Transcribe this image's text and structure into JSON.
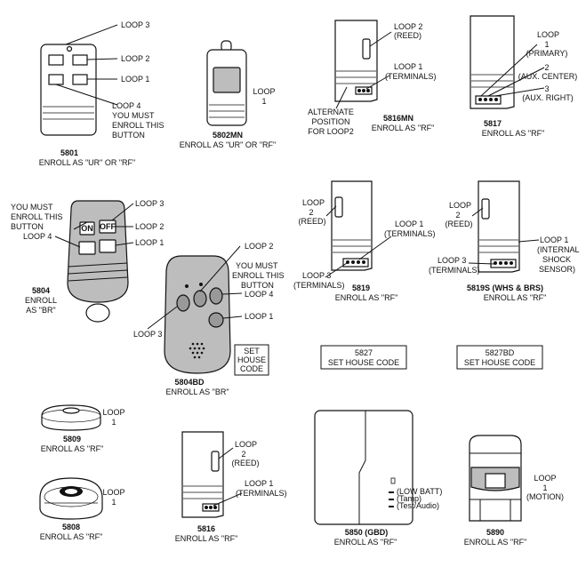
{
  "devices": {
    "d5801": {
      "model": "5801",
      "enroll": "ENROLL AS \"UR\" OR \"RF\"",
      "loop3": "LOOP 3",
      "loop2": "LOOP 2",
      "loop1": "LOOP 1",
      "loop4_l1": "LOOP 4",
      "loop4_l2": "YOU MUST",
      "loop4_l3": "ENROLL THIS",
      "loop4_l4": "BUTTON"
    },
    "d5802mn": {
      "model": "5802MN",
      "enroll": "ENROLL AS \"UR\" OR \"RF\"",
      "loop_l1": "LOOP",
      "loop_l2": "1"
    },
    "d5816mn": {
      "model": "5816MN",
      "enroll": "ENROLL AS \"RF\"",
      "loop2_l1": "LOOP 2",
      "loop2_l2": "(REED)",
      "loop1_l1": "LOOP 1",
      "loop1_l2": "(TERMINALS)",
      "alt_l1": "ALTERNATE",
      "alt_l2": "POSITION",
      "alt_l3": "FOR LOOP2"
    },
    "d5817": {
      "model": "5817",
      "enroll": "ENROLL AS \"RF\"",
      "l1_a": "LOOP",
      "l1_b": "1",
      "l1_c": "(PRIMARY)",
      "l2_a": "2",
      "l2_b": "(AUX. CENTER)",
      "l3_a": "3",
      "l3_b": "(AUX. RIGHT)"
    },
    "d5804": {
      "model": "5804",
      "enroll_l1": "ENROLL",
      "enroll_l2": "AS \"BR\"",
      "must_l1": "YOU MUST",
      "must_l2": "ENROLL THIS",
      "must_l3": "BUTTON",
      "loop4": "LOOP 4",
      "loop3": "LOOP 3",
      "loop2": "LOOP 2",
      "loop1": "LOOP 1",
      "on": "ON",
      "off": "OFF"
    },
    "d5804bd": {
      "model": "5804BD",
      "enroll": "ENROLL AS \"BR\"",
      "loop2": "LOOP 2",
      "must_l1": "YOU MUST",
      "must_l2": "ENROLL THIS",
      "must_l3": "BUTTON",
      "loop4": "LOOP 4",
      "loop3": "LOOP 3",
      "loop1": "LOOP 1",
      "set_l1": "SET",
      "set_l2": "HOUSE",
      "set_l3": "CODE"
    },
    "d5819": {
      "model": "5819",
      "enroll": "ENROLL AS \"RF\"",
      "loop2_l1": "LOOP",
      "loop2_l2": "2",
      "loop2_l3": "(REED)",
      "loop1_l1": "LOOP 1",
      "loop1_l2": "(TERMINALS)",
      "loop3_l1": "LOOP 3",
      "loop3_l2": "(TERMINALS)"
    },
    "d5819s": {
      "model": "5819S (WHS & BRS)",
      "enroll": "ENROLL AS \"RF\"",
      "loop2_l1": "LOOP",
      "loop2_l2": "2",
      "loop2_l3": "(REED)",
      "loop1_l1": "LOOP 1",
      "loop1_l2": "(INTERNAL",
      "loop1_l3": "SHOCK",
      "loop1_l4": "SENSOR)",
      "loop3_l1": "LOOP 3",
      "loop3_l2": "(TERMINALS)"
    },
    "d5827": {
      "model": "5827",
      "note": "SET HOUSE CODE"
    },
    "d5827bd": {
      "model": "5827BD",
      "note": "SET HOUSE CODE"
    },
    "d5809": {
      "model": "5809",
      "enroll": "ENROLL AS \"RF\"",
      "loop_l1": "LOOP",
      "loop_l2": "1"
    },
    "d5808": {
      "model": "5808",
      "enroll": "ENROLL AS \"RF\"",
      "loop_l1": "LOOP",
      "loop_l2": "1"
    },
    "d5816": {
      "model": "5816",
      "enroll": "ENROLL AS \"RF\"",
      "loop2_l1": "LOOP",
      "loop2_l2": "2",
      "loop2_l3": "(REED)",
      "loop1_l1": "LOOP 1",
      "loop1_l2": "(TERMINALS)"
    },
    "d5850": {
      "model": "5850 (GBD)",
      "enroll": "ENROLL AS \"RF\"",
      "led1": "(LOW BATT)",
      "led2": "(Tamp)",
      "led3": "(Test/Audio)"
    },
    "d5890": {
      "model": "5890",
      "enroll": "ENROLL AS \"RF\"",
      "loop_l1": "LOOP",
      "loop_l2": "1",
      "loop_l3": "(MOTION)"
    }
  }
}
